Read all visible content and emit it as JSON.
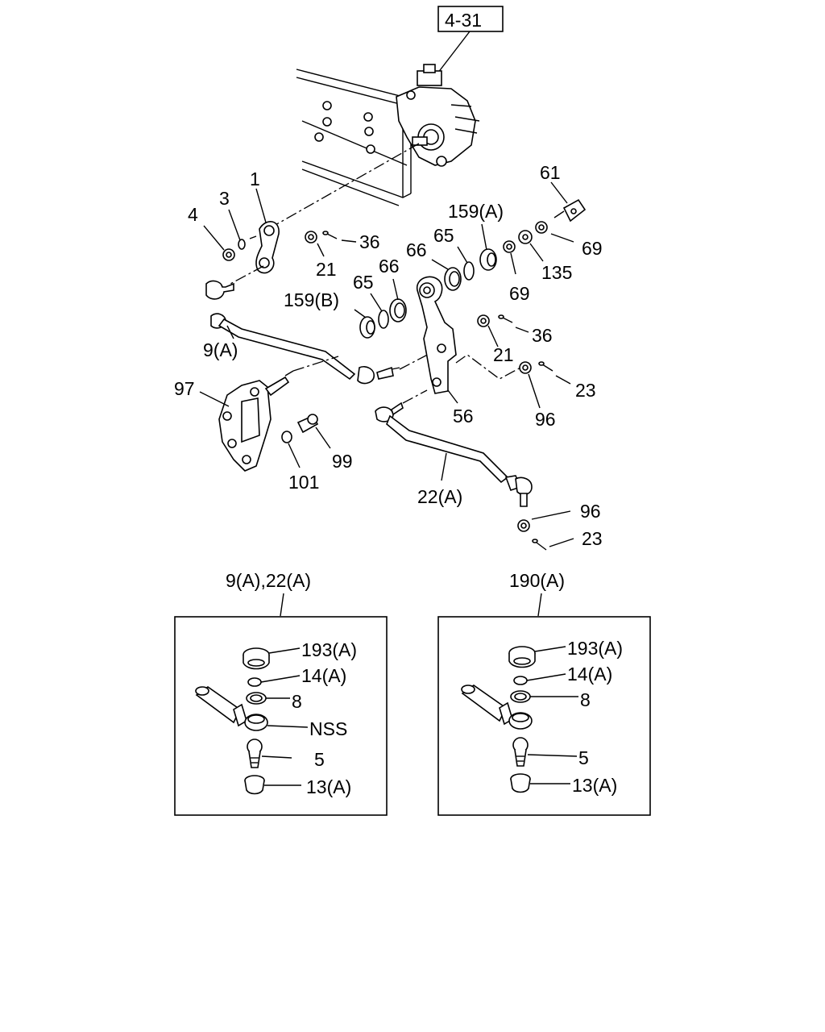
{
  "ref_box": "4-31",
  "labels": {
    "p1": "1",
    "p3": "3",
    "p4": "4",
    "p21a": "21",
    "p36a": "36",
    "p9a": "9(A)",
    "p159b": "159(B)",
    "p65a": "65",
    "p66a": "66",
    "p66b": "66",
    "p65b": "65",
    "p159a": "159(A)",
    "p61": "61",
    "p69a": "69",
    "p69b": "69",
    "p135": "135",
    "p36b": "36",
    "p21b": "21",
    "p23a": "23",
    "p96a": "96",
    "p56": "56",
    "p97": "97",
    "p99": "99",
    "p101": "101",
    "p22a": "22(A)",
    "p96b": "96",
    "p23b": "23"
  },
  "inset_left": {
    "title": "9(A),22(A)",
    "items": [
      "193(A)",
      "14(A)",
      "8",
      "NSS",
      "5",
      "13(A)"
    ]
  },
  "inset_right": {
    "title": "190(A)",
    "items": [
      "193(A)",
      "14(A)",
      "8",
      "5",
      "13(A)"
    ]
  }
}
